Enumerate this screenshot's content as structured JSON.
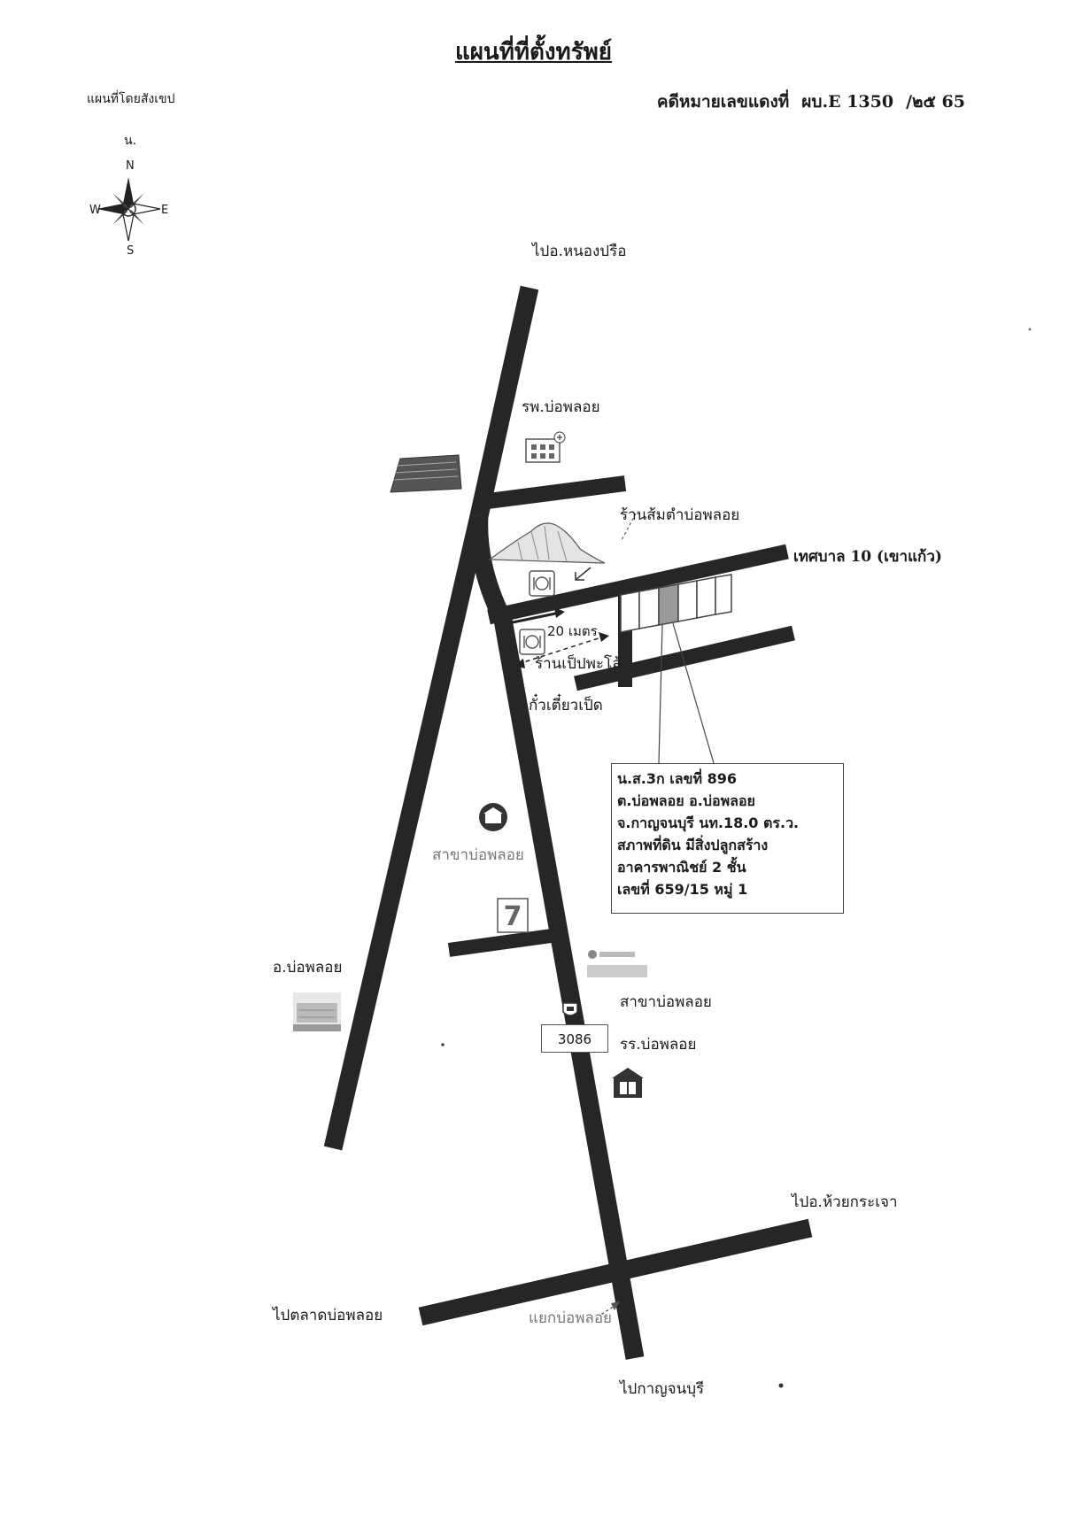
{
  "title": "แผนที่ที่ตั้งทรัพย์",
  "subtitle_left": "แผนที่โดยสังเขป",
  "case": {
    "label": "คดีหมายเลขแดงที่",
    "number": "ผบ.E 1350",
    "year": "/๒๕ 65"
  },
  "compass": {
    "north_thai": "น.",
    "n": "N",
    "s": "S",
    "e": "E",
    "w": "W"
  },
  "labels": {
    "to_nong_prue": "ไปอ.หนองปรือ",
    "hospital": "รพ.บ่อพลอย",
    "somtam_shop": "ร้านส้มตำบ่อพลอย",
    "tessaban": "เทศบาล 10 (เขาแก้ว)",
    "distance": "20 เมตร",
    "noodle_shop_1": "ร้านเป็ปพะโล้",
    "noodle_shop_2": "กั๋วเตี๋ยวเป็ด",
    "branch_1": "สาขาบ่อพลอย",
    "district": "อ.บ่อพลอย",
    "branch_2": "สาขาบ่อพลอย",
    "school": "รร.บ่อพลอย",
    "route_number": "3086",
    "to_huai_krachao": "ไปอ.ห้วยกระเจา",
    "to_market": "ไปตลาดบ่อพลอย",
    "junction": "แยกบ่อพลอย",
    "to_kanchanaburi": "ไปกาญจนบุรี"
  },
  "property": [
    "น.ส.3ก เลขที่ 896",
    "ต.บ่อพลอย อ.บ่อพลอย",
    "จ.กาญจนบุรี นท.18.0 ตร.ว.",
    "สภาพที่ดิน มีสิ่งปลูกสร้าง",
    "อาคารพาณิชย์ 2 ชั้น",
    "เลขที่ 659/15 หมู่ 1"
  ],
  "icons": [
    "compass-rose-icon",
    "hospital-icon",
    "mountain-icon",
    "restaurant-icon",
    "bank-icon",
    "seven-eleven-icon",
    "district-office-icon",
    "highway-shield-icon",
    "school-icon"
  ],
  "colors": {
    "road": "#262626",
    "highlight_plot": "#9a9a9a"
  }
}
